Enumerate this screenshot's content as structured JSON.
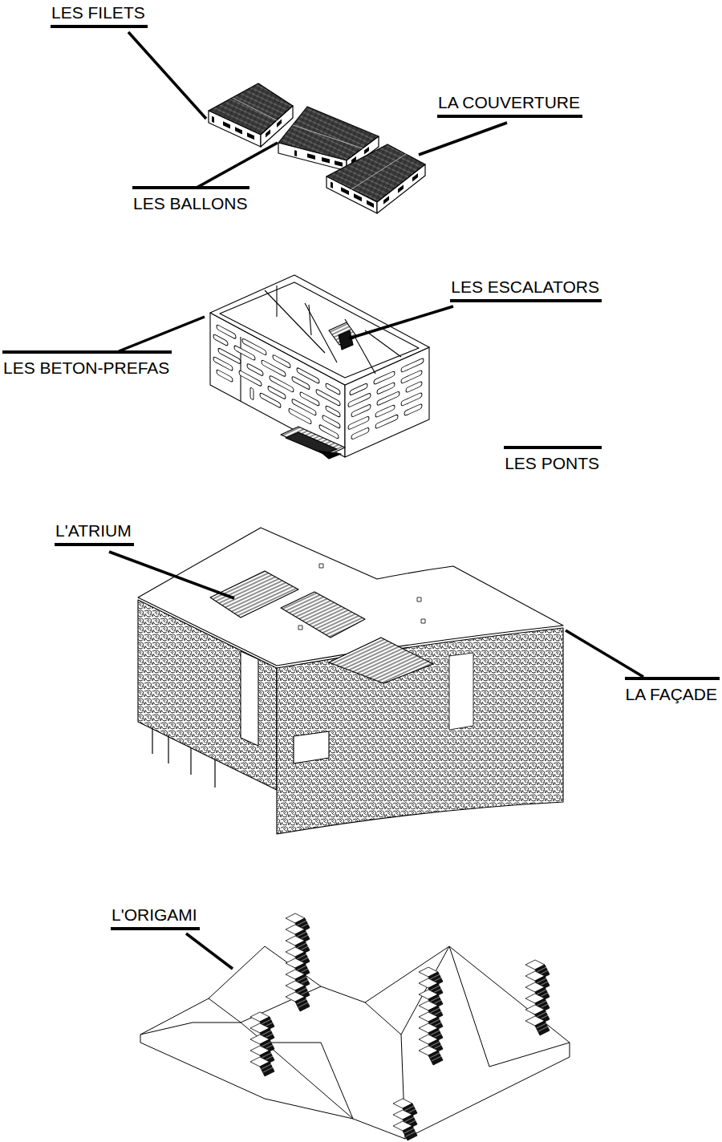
{
  "diagram": {
    "labels": [
      "LES FILETS",
      "LA COUVERTURE",
      "LES BALLONS",
      "LES ESCALATORS",
      "LES BETON-PREFAS",
      "LES PONTS",
      "L'ATRIUM",
      "LA FAÇADE",
      "L'ORIGAMI"
    ]
  }
}
